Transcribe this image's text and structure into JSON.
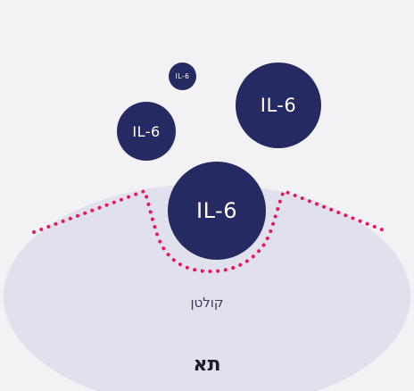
{
  "colors": {
    "background": "#f2f2f5",
    "cell_fill": "#e0e1ed",
    "molecule_fill": "#252a62",
    "membrane_dots": "#e8185f",
    "molecule_text": "#ffffff"
  },
  "molecules": [
    {
      "label": "IL-6",
      "size": "extra-large"
    },
    {
      "label": "IL-6",
      "size": "large"
    },
    {
      "label": "IL-6",
      "size": "medium"
    },
    {
      "label": "IL-6",
      "size": "small"
    }
  ],
  "receptor_label": "קולטן",
  "cell_label": "תא"
}
